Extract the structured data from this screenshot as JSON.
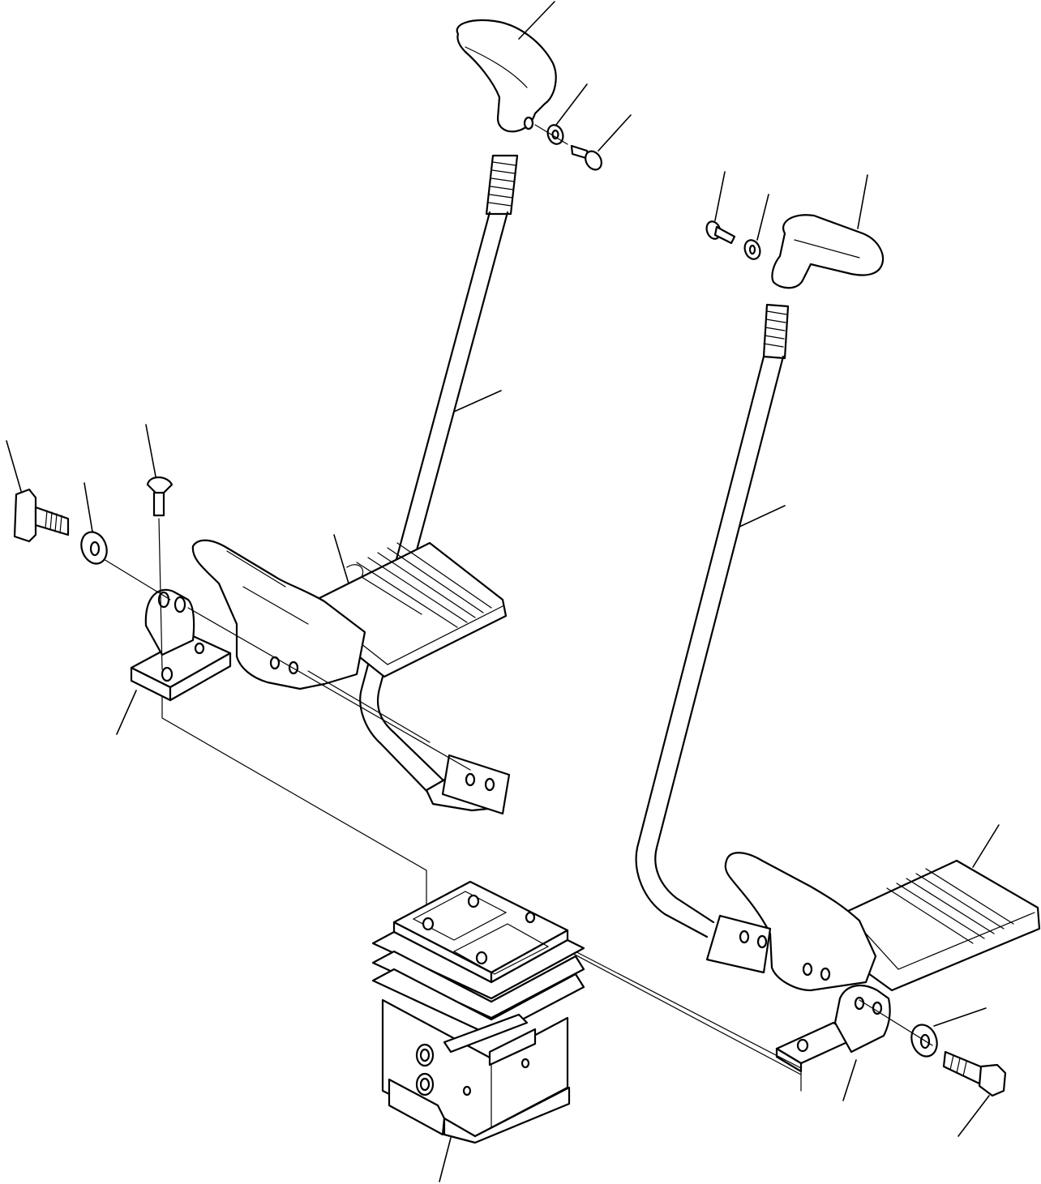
{
  "figure": {
    "palette": {
      "line": "#000000",
      "background": "#ffffff"
    },
    "parts": [
      {
        "id": "left-knob",
        "icon": "knob-icon"
      },
      {
        "id": "right-knob",
        "icon": "knob-icon"
      },
      {
        "id": "left-lever-rod",
        "icon": "rod-icon"
      },
      {
        "id": "right-lever-rod",
        "icon": "rod-icon"
      },
      {
        "id": "left-pedal",
        "icon": "pedal-icon"
      },
      {
        "id": "right-pedal",
        "icon": "pedal-icon"
      },
      {
        "id": "left-bracket",
        "icon": "bracket-icon"
      },
      {
        "id": "right-bracket",
        "icon": "bracket-icon"
      },
      {
        "id": "pilot-valve",
        "icon": "valve-icon"
      },
      {
        "id": "bolts",
        "icon": "bolt-icon"
      },
      {
        "id": "washers",
        "icon": "washer-icon"
      }
    ]
  }
}
